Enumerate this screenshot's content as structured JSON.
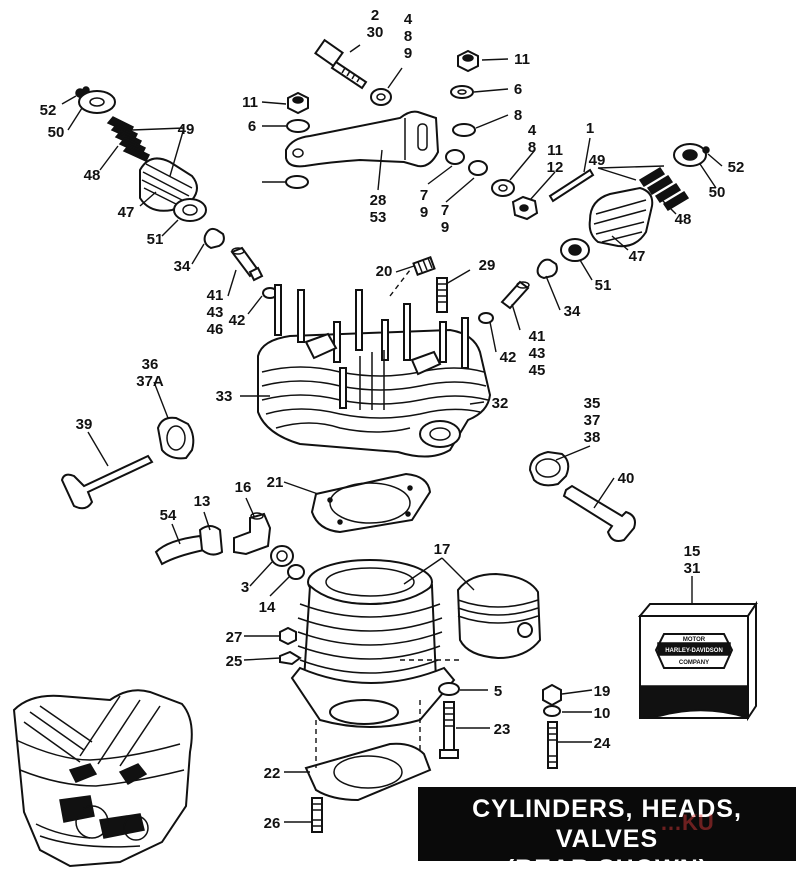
{
  "title": {
    "line1": "CYLINDERS, HEADS, VALVES",
    "line2": "(REAR SHOWN)"
  },
  "watermark": "…KU",
  "logo": {
    "top": "MOTOR",
    "middle": "HARLEY-DAVIDSON",
    "bottom": "COMPANY"
  },
  "callouts": [
    "2",
    "30",
    "4",
    "8",
    "9",
    "11",
    "6",
    "11",
    "6",
    "8",
    "28",
    "53",
    "4",
    "8",
    "7",
    "9",
    "7",
    "9",
    "11",
    "12",
    "1",
    "49",
    "52",
    "50",
    "48",
    "47",
    "51",
    "52",
    "50",
    "49",
    "48",
    "47",
    "51",
    "34",
    "41",
    "43",
    "46",
    "42",
    "20",
    "29",
    "34",
    "41",
    "43",
    "45",
    "42",
    "33",
    "32",
    "36",
    "37A",
    "39",
    "35",
    "37",
    "38",
    "40",
    "21",
    "54",
    "13",
    "16",
    "3",
    "14",
    "17",
    "15",
    "31",
    "27",
    "25",
    "5",
    "19",
    "10",
    "23",
    "24",
    "22",
    "26"
  ]
}
